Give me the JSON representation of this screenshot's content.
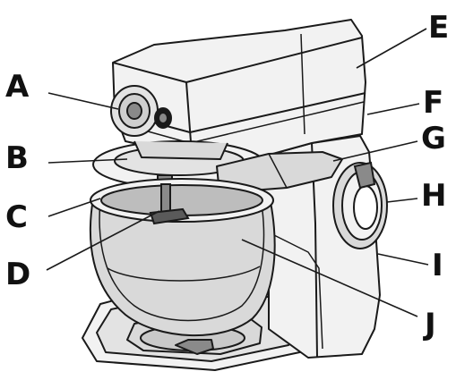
{
  "diagram": {
    "colors": {
      "line": "#1a1a1a",
      "fill_light": "#f2f2f2",
      "fill_mid": "#d9d9d9",
      "fill_dark": "#bdbdbd"
    },
    "callouts": [
      {
        "id": "A",
        "label": "A"
      },
      {
        "id": "B",
        "label": "B"
      },
      {
        "id": "C",
        "label": "C"
      },
      {
        "id": "D",
        "label": "D"
      },
      {
        "id": "E",
        "label": "E"
      },
      {
        "id": "F",
        "label": "F"
      },
      {
        "id": "G",
        "label": "G"
      },
      {
        "id": "H",
        "label": "H"
      },
      {
        "id": "I",
        "label": "I"
      },
      {
        "id": "J",
        "label": "J"
      }
    ]
  }
}
